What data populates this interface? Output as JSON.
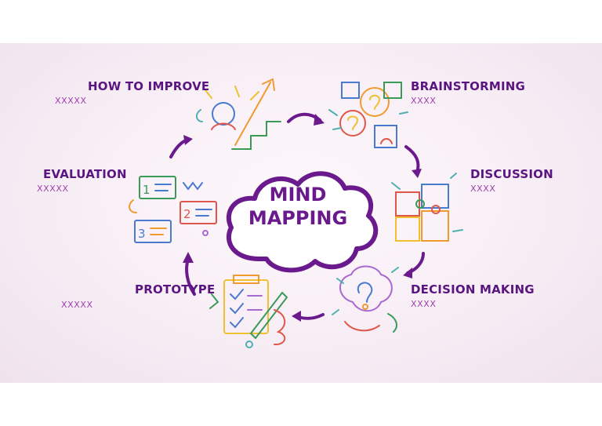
{
  "center": {
    "line1": "MIND",
    "line2": "MAPPING"
  },
  "stages": {
    "how_to_improve": {
      "title": "HOW TO IMPROVE",
      "sub": "XXXXX"
    },
    "brainstorming": {
      "title": "BRAINSTORMING",
      "sub": "XXXX"
    },
    "discussion": {
      "title": "DISCUSSION",
      "sub": "XXXX"
    },
    "decision_making": {
      "title": "DECISION MAKING",
      "sub": "XXXX"
    },
    "prototype": {
      "title": "PROTOTYPE",
      "sub": "XXXXX"
    },
    "evaluation": {
      "title": "EVALUATION",
      "sub": "XXXXX"
    }
  },
  "evaluation_icon_numbers": [
    "1",
    "2",
    "3"
  ],
  "colors": {
    "purple": "#6a1a8c",
    "label": "#5a1580",
    "sub": "#a040b0"
  }
}
